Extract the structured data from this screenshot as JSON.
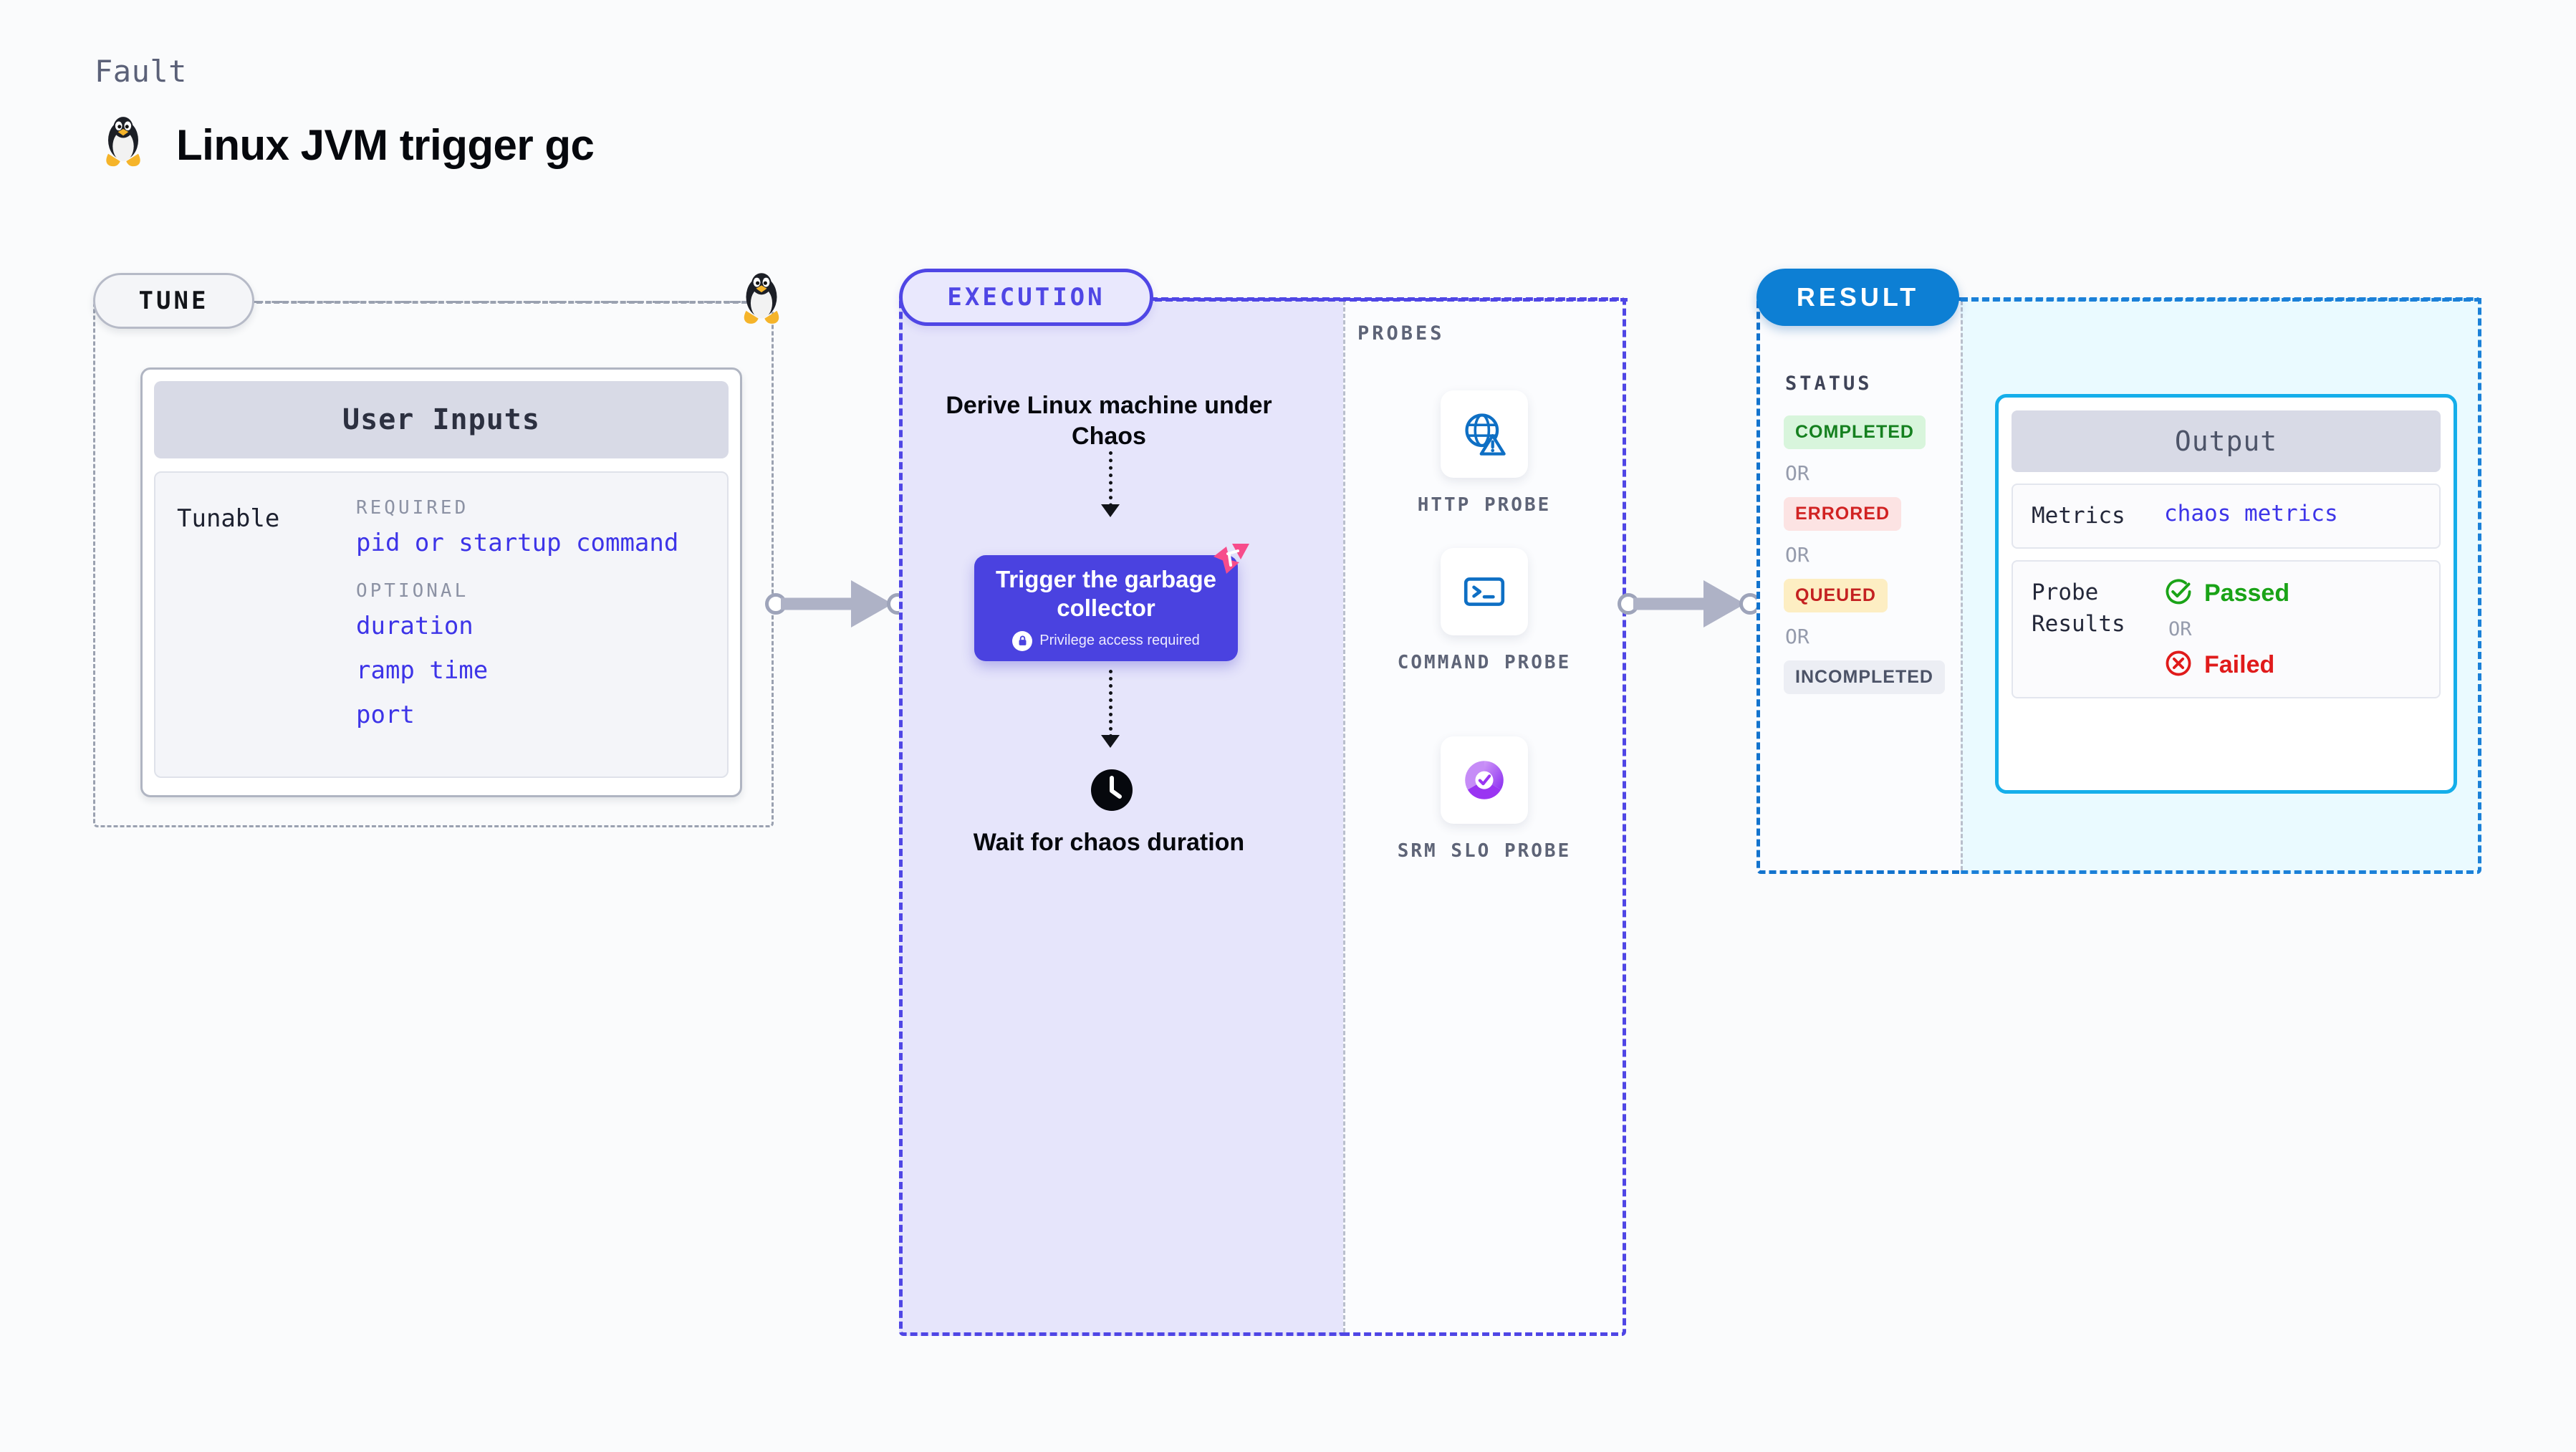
{
  "header": {
    "kicker": "Fault",
    "title": "Linux JVM trigger gc",
    "icon": "linux-tux-icon"
  },
  "stages": {
    "tune": {
      "label": "TUNE"
    },
    "execution": {
      "label": "EXECUTION"
    },
    "result": {
      "label": "RESULT"
    }
  },
  "tune": {
    "card_title": "User Inputs",
    "row_key": "Tunable",
    "groups": [
      {
        "label": "REQUIRED",
        "items": [
          "pid or startup command"
        ]
      },
      {
        "label": "OPTIONAL",
        "items": [
          "duration",
          "ramp time",
          "port"
        ]
      }
    ]
  },
  "execution": {
    "step_derive": "Derive Linux machine under Chaos",
    "trigger": {
      "title": "Trigger the garbage collector",
      "note": "Privilege access required",
      "lock_icon": "lock-icon",
      "corner_icon": "recycle-icon"
    },
    "step_wait": "Wait for chaos duration",
    "wait_icon": "clock-icon"
  },
  "probes": {
    "label": "PROBES",
    "items": [
      {
        "name": "HTTP PROBE",
        "icon": "globe-warning-icon"
      },
      {
        "name": "COMMAND PROBE",
        "icon": "terminal-icon"
      },
      {
        "name": "SRM SLO PROBE",
        "icon": "slo-donut-check-icon"
      }
    ]
  },
  "result": {
    "status_label": "STATUS",
    "or_label": "OR",
    "statuses": [
      {
        "label": "COMPLETED",
        "color": "#15801f",
        "bg": "#d8f5dc"
      },
      {
        "label": "ERRORED",
        "color": "#d12222",
        "bg": "#fce3e3"
      },
      {
        "label": "QUEUED",
        "color": "#c42121",
        "bg": "#fdeec3"
      },
      {
        "label": "INCOMPLETED",
        "color": "#4c5367",
        "bg": "#eceef4"
      }
    ],
    "output": {
      "title": "Output",
      "metrics_key": "Metrics",
      "metrics_value": "chaos metrics",
      "probe_key": "Probe Results",
      "passed": "Passed",
      "failed": "Failed",
      "or_label": "OR",
      "passed_icon": "check-circle-icon",
      "failed_icon": "x-circle-icon"
    }
  },
  "colors": {
    "indigo": "#4f46e5",
    "blue": "#0d7fd4",
    "cyan": "#15aeea",
    "gray": "#9aa1b0",
    "pink": "#f74c8b",
    "link": "#3d34e8"
  }
}
